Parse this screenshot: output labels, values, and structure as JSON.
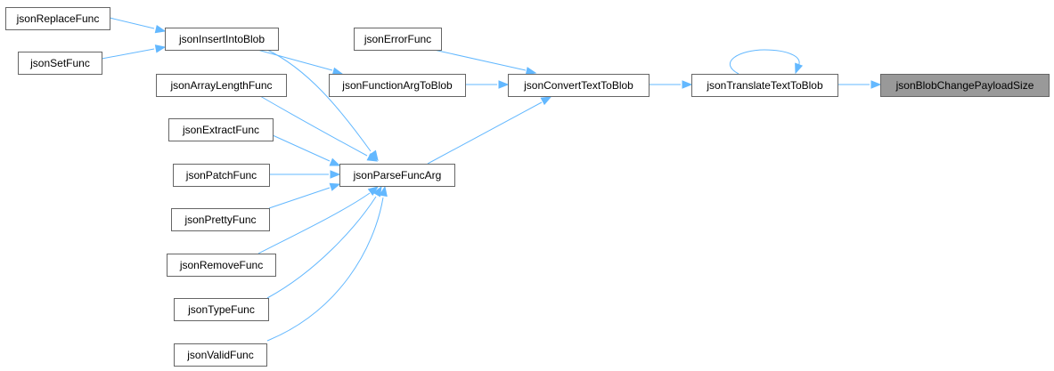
{
  "diagram": {
    "type": "call-graph",
    "colors": {
      "edge": "#63b8ff",
      "node_border": "#666666",
      "node_fill": "#ffffff",
      "highlight_fill": "#999999"
    },
    "nodes": [
      {
        "id": "jsonBlobChangePayloadSize",
        "label": "jsonBlobChangePayloadSize",
        "highlight": true
      },
      {
        "id": "jsonTranslateTextToBlob",
        "label": "jsonTranslateTextToBlob"
      },
      {
        "id": "jsonConvertTextToBlob",
        "label": "jsonConvertTextToBlob"
      },
      {
        "id": "jsonErrorFunc",
        "label": "jsonErrorFunc"
      },
      {
        "id": "jsonFunctionArgToBlob",
        "label": "jsonFunctionArgToBlob"
      },
      {
        "id": "jsonParseFuncArg",
        "label": "jsonParseFuncArg"
      },
      {
        "id": "jsonInsertIntoBlob",
        "label": "jsonInsertIntoBlob"
      },
      {
        "id": "jsonReplaceFunc",
        "label": "jsonReplaceFunc"
      },
      {
        "id": "jsonSetFunc",
        "label": "jsonSetFunc"
      },
      {
        "id": "jsonArrayLengthFunc",
        "label": "jsonArrayLengthFunc"
      },
      {
        "id": "jsonExtractFunc",
        "label": "jsonExtractFunc"
      },
      {
        "id": "jsonPatchFunc",
        "label": "jsonPatchFunc"
      },
      {
        "id": "jsonPrettyFunc",
        "label": "jsonPrettyFunc"
      },
      {
        "id": "jsonRemoveFunc",
        "label": "jsonRemoveFunc"
      },
      {
        "id": "jsonTypeFunc",
        "label": "jsonTypeFunc"
      },
      {
        "id": "jsonValidFunc",
        "label": "jsonValidFunc"
      }
    ],
    "edges": [
      {
        "from": "jsonTranslateTextToBlob",
        "to": "jsonBlobChangePayloadSize"
      },
      {
        "from": "jsonTranslateTextToBlob",
        "to": "jsonTranslateTextToBlob"
      },
      {
        "from": "jsonConvertTextToBlob",
        "to": "jsonTranslateTextToBlob"
      },
      {
        "from": "jsonErrorFunc",
        "to": "jsonConvertTextToBlob"
      },
      {
        "from": "jsonFunctionArgToBlob",
        "to": "jsonConvertTextToBlob"
      },
      {
        "from": "jsonParseFuncArg",
        "to": "jsonConvertTextToBlob"
      },
      {
        "from": "jsonInsertIntoBlob",
        "to": "jsonFunctionArgToBlob"
      },
      {
        "from": "jsonInsertIntoBlob",
        "to": "jsonParseFuncArg"
      },
      {
        "from": "jsonReplaceFunc",
        "to": "jsonInsertIntoBlob"
      },
      {
        "from": "jsonSetFunc",
        "to": "jsonInsertIntoBlob"
      },
      {
        "from": "jsonArrayLengthFunc",
        "to": "jsonParseFuncArg"
      },
      {
        "from": "jsonExtractFunc",
        "to": "jsonParseFuncArg"
      },
      {
        "from": "jsonPatchFunc",
        "to": "jsonParseFuncArg"
      },
      {
        "from": "jsonPrettyFunc",
        "to": "jsonParseFuncArg"
      },
      {
        "from": "jsonRemoveFunc",
        "to": "jsonParseFuncArg"
      },
      {
        "from": "jsonTypeFunc",
        "to": "jsonParseFuncArg"
      },
      {
        "from": "jsonValidFunc",
        "to": "jsonParseFuncArg"
      }
    ]
  }
}
